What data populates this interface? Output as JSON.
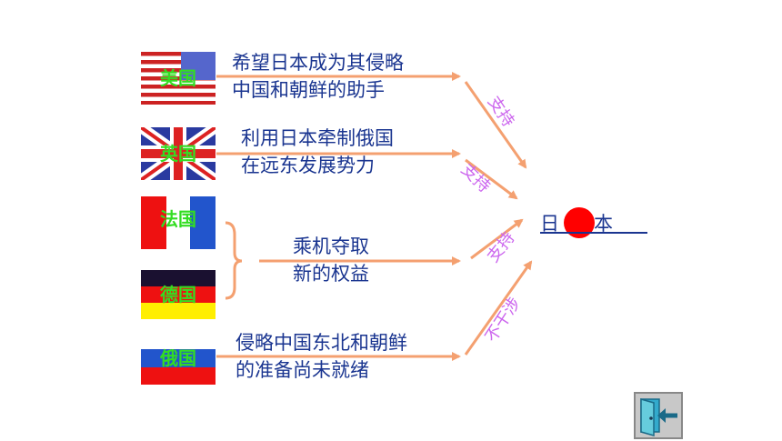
{
  "flags": {
    "usa": "美国",
    "uk": "英国",
    "france": "法国",
    "germany": "德国",
    "russia": "俄国"
  },
  "descriptions": {
    "usa": [
      "希望日本成为其侵略",
      "中国和朝鲜的助手"
    ],
    "uk": [
      "利用日本牵制俄国",
      "在远东发展势力"
    ],
    "fr_de": [
      "乘机夺取",
      "新的权益"
    ],
    "russia": [
      "侵略中国东北和朝鲜",
      "的准备尚未就绪"
    ]
  },
  "arrow_labels": {
    "usa": "支持",
    "uk": "支持",
    "fr_de": "支持",
    "russia": "不干涉"
  },
  "target": "日本",
  "colors": {
    "arrow": "#f4a070",
    "label": "#cc66ee",
    "text": "#1a3590",
    "flag_text": "#33dd22"
  },
  "icons": {
    "exit": "exit-door-icon"
  }
}
